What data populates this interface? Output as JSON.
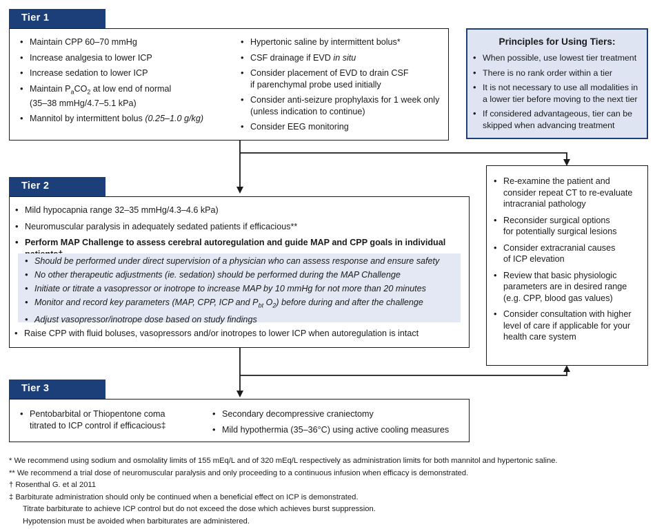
{
  "tier1": {
    "label": "Tier 1",
    "left": [
      {
        "text": "Maintain CPP 60–70 mmHg"
      },
      {
        "text": "Increase analgesia to lower ICP"
      },
      {
        "text": "Increase sedation to lower ICP"
      },
      {
        "pre": "Maintain P",
        "sub": "a",
        "post": "CO",
        "sub2": "2",
        "post2": " at low end of normal",
        "line2": "(35–38 mmHg/4.7–5.1 kPa)"
      },
      {
        "pre": "Mannitol by intermittent bolus ",
        "italic": "(0.25–1.0 g/kg)"
      }
    ],
    "right": [
      {
        "text": "Hypertonic saline by intermittent bolus*"
      },
      {
        "pre": "CSF drainage if EVD ",
        "italic": "in situ"
      },
      {
        "text": "Consider placement of EVD to drain CSF",
        "line2": "if parenchymal probe used initially"
      },
      {
        "text": "Consider anti-seizure prophylaxis for 1 week only",
        "line2": "(unless indication to continue)"
      },
      {
        "text": "Consider EEG monitoring"
      }
    ]
  },
  "principles": {
    "title": "Principles for Using Tiers:",
    "items": [
      {
        "text": "When possible, use lowest tier treatment"
      },
      {
        "text": "There is no rank order within a tier"
      },
      {
        "text": "It is not necessary to use all modalities in",
        "line2": "a lower tier before moving to the next tier"
      },
      {
        "text": "If considered advantageous, tier can be",
        "line2": "skipped when advancing treatment"
      }
    ]
  },
  "tier2": {
    "label": "Tier 2",
    "items": [
      {
        "text": "Mild hypocapnia range 32–35 mmHg/4.3–4.6 kPa)"
      },
      {
        "text": "Neuromuscular paralysis in adequately sedated patients if efficacious**"
      }
    ],
    "map_challenge": "Perform MAP Challenge to assess cerebral autoregulation and guide MAP and CPP goals in individual patients†",
    "sub_items": [
      {
        "text": "Should be performed under direct supervision of a physician who can assess response and ensure safety"
      },
      {
        "text": "No other therapeutic adjustments (ie. sedation) should be performed during the MAP Challenge"
      },
      {
        "text": "Initiate or titrate a vasopressor or inotrope to increase MAP by 10 mmHg for not more than 20 minutes"
      },
      {
        "pre": "Monitor and record key parameters (MAP, CPP, ICP and P",
        "sub": "bt",
        "post": " O",
        "sub2": "2",
        "post2": ") before during and after the challenge"
      },
      {
        "text": "Adjust vasopressor/inotrope dose based on study findings"
      }
    ],
    "last": "Raise CPP with fluid boluses, vasopressors and/or inotropes to lower ICP when autoregulation is intact"
  },
  "reexamine": {
    "items": [
      {
        "text": "Re-examine the patient and",
        "line2": "consider repeat CT to re-evaluate",
        "line3": "intracranial pathology"
      },
      {
        "text": "Reconsider surgical options",
        "line2": "for potentially surgical lesions"
      },
      {
        "text": "Consider extracranial causes",
        "line2": "of ICP elevation"
      },
      {
        "text": "Review that basic physiologic",
        "line2": "parameters are in desired range",
        "line3": "(e.g. CPP, blood gas values)"
      },
      {
        "text": "Consider consultation with higher",
        "line2": "level of care if applicable for your",
        "line3": "health care system"
      }
    ]
  },
  "tier3": {
    "label": "Tier 3",
    "left": [
      {
        "text": "Pentobarbital or Thiopentone coma",
        "line2": "titrated to ICP control if efficacious‡"
      }
    ],
    "right": [
      {
        "text": "Secondary decompressive craniectomy"
      },
      {
        "text": "Mild hypothermia (35–36°C) using active cooling measures"
      }
    ]
  },
  "footnotes": [
    "* We recommend using sodium and osmolality limits of 155 mEq/L and of 320 mEq/L respectively as administration limits for both mannitol and hypertonic saline.",
    "** We recommend a trial dose of neuromuscular paralysis and only proceeding to a continuous infusion when efficacy is demonstrated.",
    "† Rosenthal G. et al 2011",
    "‡ Barbiturate administration should only be continued when a beneficial effect on ICP is demonstrated.",
    "Titrate barbiturate to achieve ICP control but do not exceed the dose which achieves burst suppression.",
    "Hypotension must be avoided when barbiturates are administered."
  ],
  "colors": {
    "tier_tab": "#1c3f7a",
    "principles_bg": "#dfe4f3",
    "shade": "#e4e8f4"
  }
}
